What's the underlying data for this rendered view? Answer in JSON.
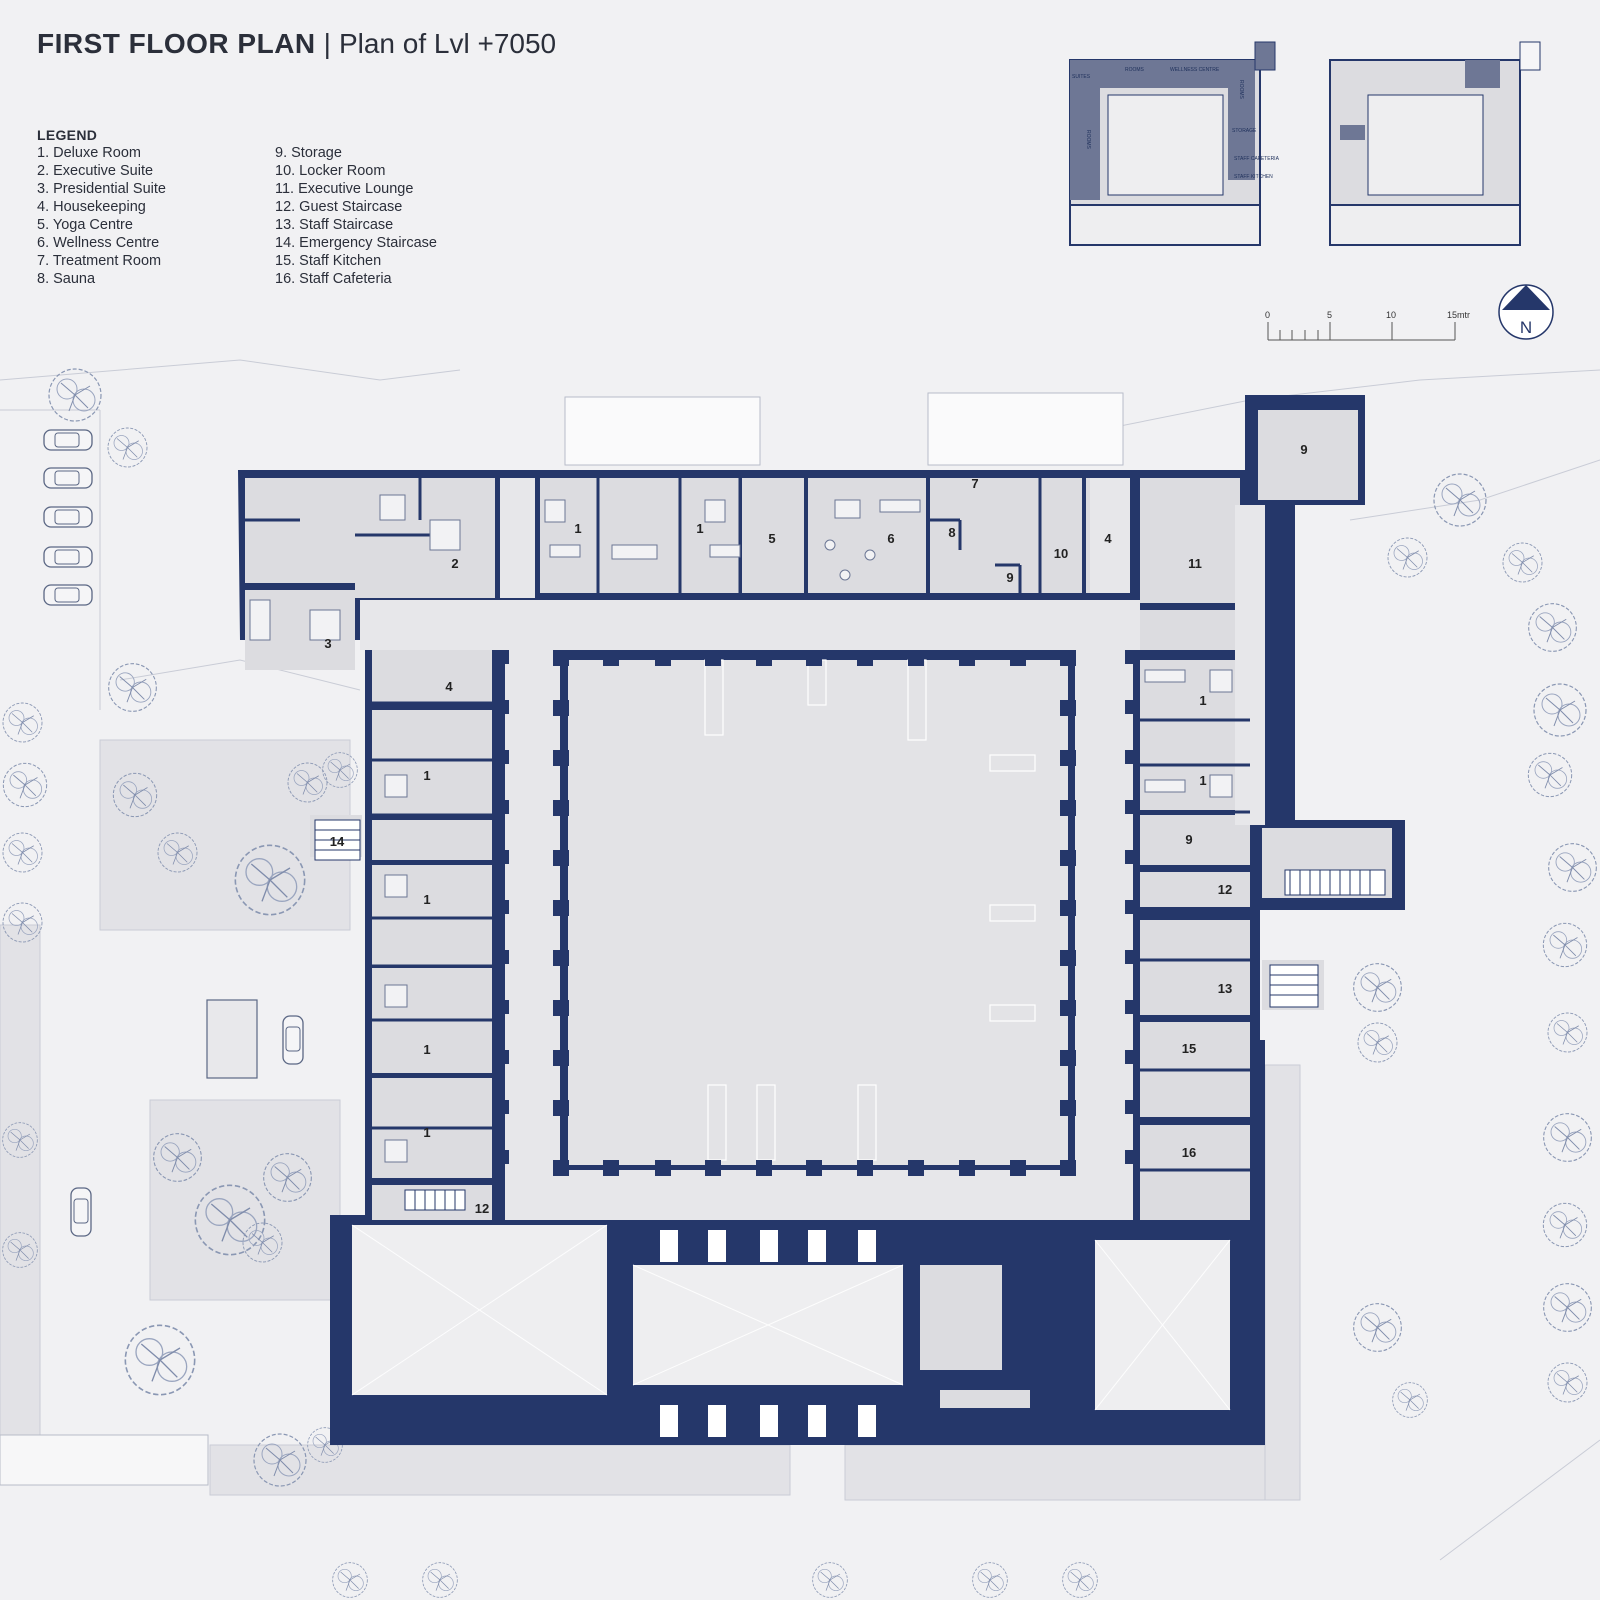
{
  "title": {
    "main": "FIRST FLOOR PLAN",
    "separator": "|",
    "sub": "Plan of Lvl +7050"
  },
  "legend": {
    "heading": "LEGEND",
    "items": [
      "1. Deluxe Room",
      "2. Executive Suite",
      "3. Presidential Suite",
      "4. Housekeeping",
      "5. Yoga Centre",
      "6. Wellness Centre",
      "7. Treatment Room",
      "8. Sauna",
      "9. Storage",
      "10. Locker Room",
      "11. Executive Lounge",
      "12. Guest Staircase",
      "13. Staff Staircase",
      "14. Emergency Staircase",
      "15. Staff Kitchen",
      "16. Staff Cafeteria"
    ]
  },
  "scale_bar": {
    "labels": [
      "0",
      "5",
      "10",
      "15mtr"
    ]
  },
  "north_arrow": {
    "label": "N"
  },
  "key_plan": {
    "labels": [
      "SUITES",
      "ROOMS",
      "WELLNESS CENTRE",
      "ROOMS",
      "ROOMS",
      "STORAGE",
      "STAFF CAFETERIA",
      "STAFF KITCHEN"
    ]
  },
  "room_labels": {
    "r1a": "1",
    "r1b": "1",
    "r5": "5",
    "r6": "6",
    "r7": "7",
    "r8": "8",
    "r9top": "9",
    "r10": "10",
    "r4top": "4",
    "r2": "2",
    "r3": "3",
    "r4left": "4",
    "r9tower": "9",
    "r11": "11",
    "r1c": "1",
    "r1d": "1",
    "r9right": "9",
    "r12right": "12",
    "r13": "13",
    "r15": "15",
    "r16": "16",
    "r14": "14",
    "r1e": "1",
    "r1f": "1",
    "r1g": "1",
    "r1h": "1",
    "r12left": "12"
  },
  "colors": {
    "wall": "#25376a",
    "background": "#f1f1f3",
    "courtyard": "#e3e3e6",
    "room": "#dcdce0",
    "site": "#e2e2e6",
    "tree": "#8a97b3"
  }
}
